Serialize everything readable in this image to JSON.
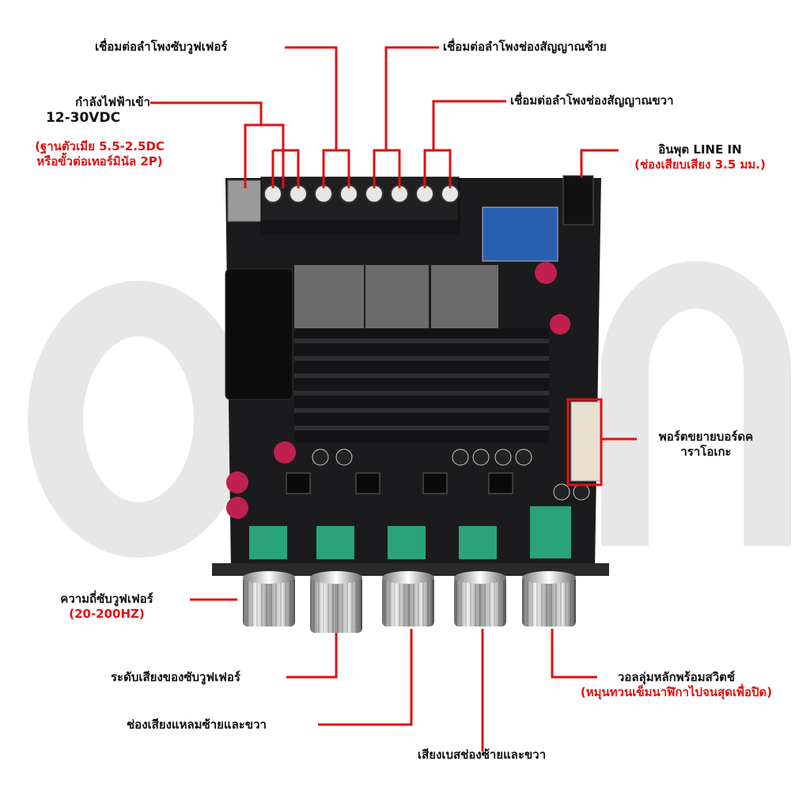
{
  "colors": {
    "callout": "#e01010",
    "text": "#111111",
    "pcb": "#1b1b1d",
    "heatsink": "#141416",
    "potcap": "#2aa37a"
  },
  "labels": {
    "power_in_1": "กำลังไฟฟ้าเข้า",
    "power_in_2": "12-30VDC",
    "power_in_3": "(ฐานตัวเมีย 5.5-2.5DC",
    "power_in_4": "หรือขั้วต่อเทอร์มินัล 2P)",
    "sub_speaker": "เชื่อมต่อลำโพงซับวูฟเฟอร์",
    "left_speaker": "เชื่อมต่อลำโพงช่องสัญญาณซ้าย",
    "right_speaker": "เชื่อมต่อลำโพงช่องสัญญาณขวา",
    "line_in_1": "อินพุต LINE IN",
    "line_in_2": "(ช่องเสียบเสียง 3.5 มม.)",
    "expansion_1": "พอร์ตขยายบอร์ดค",
    "expansion_2": "าราโอเกะ",
    "sub_freq_1": "ความถี่ซับวูฟเฟอร์",
    "sub_freq_2": "(20-200HZ)",
    "sub_level": "ระดับเสียงของซับวูฟเฟอร์",
    "treble": "ช่องเสียงแหลมซ้ายและขวา",
    "bass": "เสียงเบสช่องซ้ายและขวา",
    "volume_1": "วอลลุ่มหลักพร้อมสวิตช์",
    "volume_2": "(หมุนทวนเข็มนาฬิกาไปจนสุดเพื่อปิด)"
  }
}
